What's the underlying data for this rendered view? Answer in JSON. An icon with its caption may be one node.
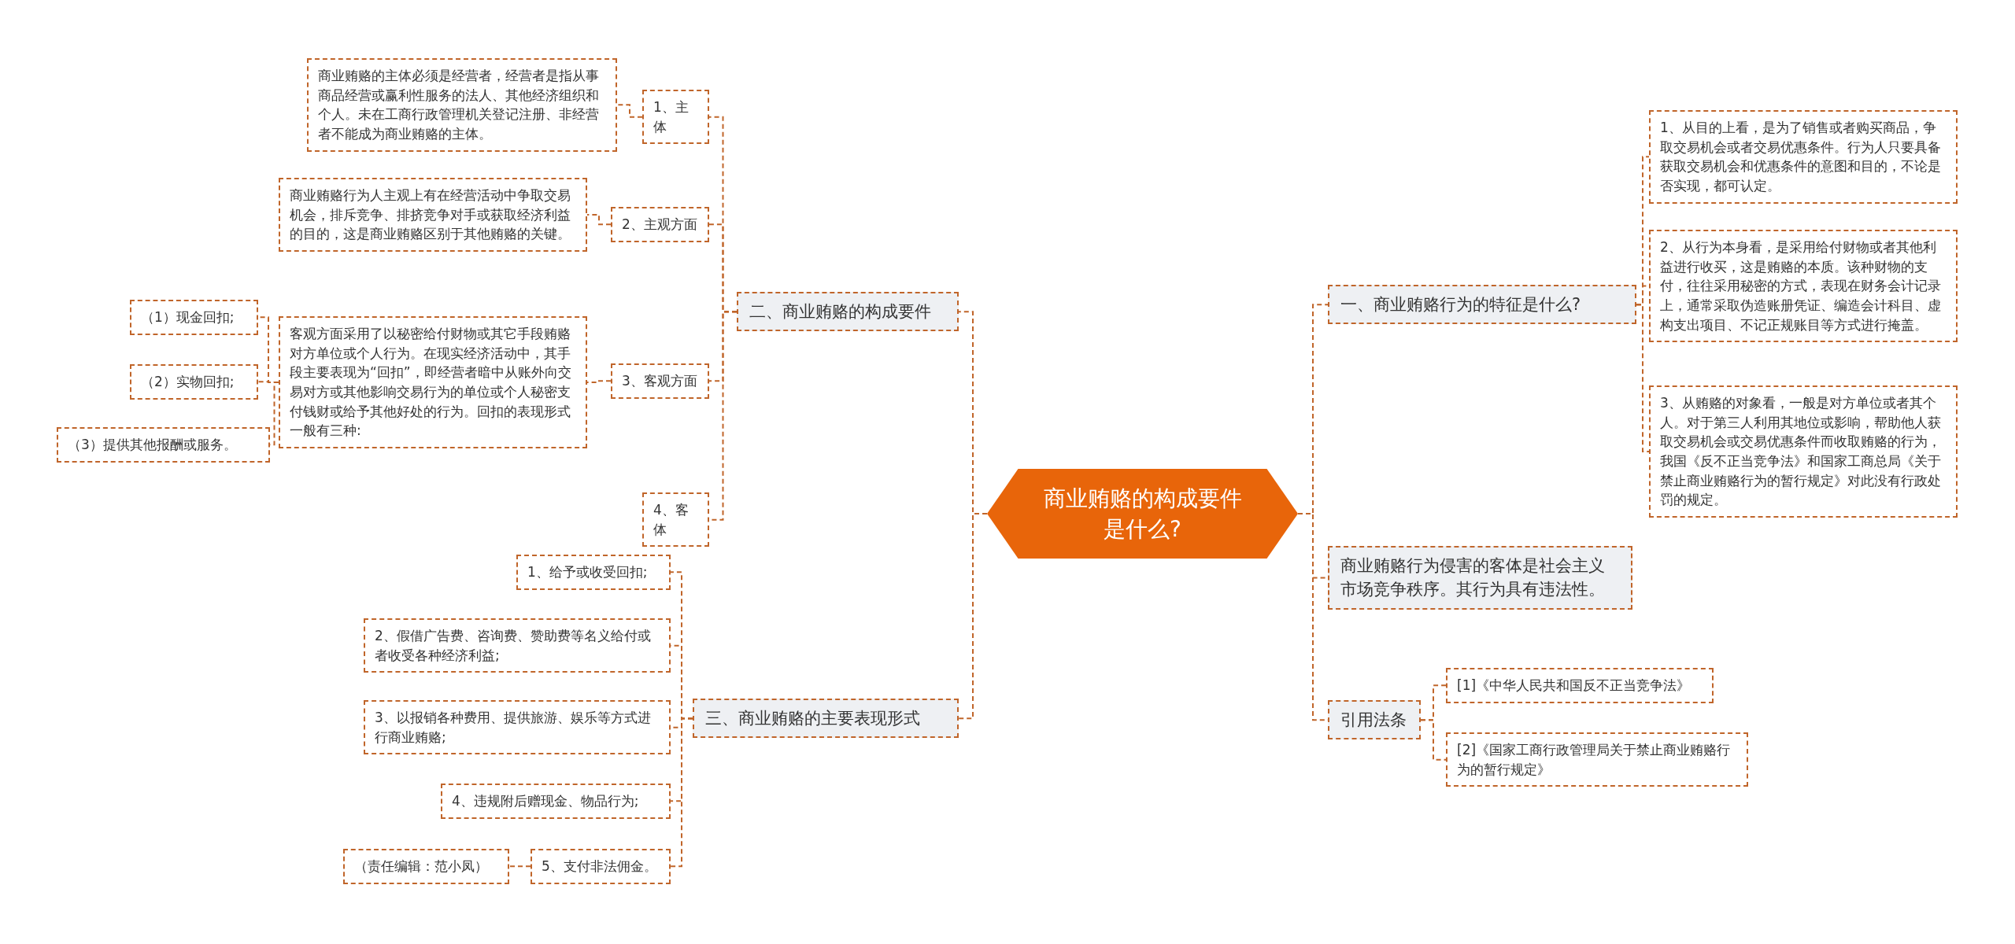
{
  "diagram": {
    "nodes": [
      {
        "text": [
          "商业贿赂的构成要件是什么?"
        ]
      },
      {
        "text": [
          "二、商业贿赂的构成要件"
        ]
      },
      {
        "text": [
          "1、主体"
        ]
      },
      {
        "text": [
          "商业贿赂的主体必须是经营者，经营者是指从事商品经营或赢利性服务的法人、其他经济组织和个人。未在工商行政管理机关登记注册、非经营者不能成为商业贿赂的主体。"
        ]
      },
      {
        "text": [
          "2、主观方面"
        ]
      },
      {
        "text": [
          "商业贿赂行为人主观上有在经营活动中争取交易机会，排斥竞争、排挤竞争对手或获取经济利益的目的，这是商业贿赂区别于其他贿赂的关键。"
        ]
      },
      {
        "text": [
          "3、客观方面"
        ]
      },
      {
        "text": [
          "客观方面采用了以秘密给付财物或其它手段贿赂对方单位或个人行为。在现实经济活动中，其手段主要表现为“回扣”，即经营者暗中从账外向交易对方或其他影响交易行为的单位或个人秘密支付钱财或给予其他好处的行为。回扣的表现形式一般有三种:"
        ]
      },
      {
        "text": [
          "（1）现金回扣;"
        ]
      },
      {
        "text": [
          "（2）实物回扣;"
        ]
      },
      {
        "text": [
          "（3）提供其他报酬或服务。"
        ]
      },
      {
        "text": [
          "4、客体"
        ]
      },
      {
        "text": [
          "三、商业贿赂的主要表现形式"
        ]
      },
      {
        "text": [
          "1、给予或收受回扣;"
        ]
      },
      {
        "text": [
          "2、假借广告费、咨询费、赞助费等名义给付或者收受各种经济利益;"
        ]
      },
      {
        "text": [
          "3、以报销各种费用、提供旅游、娱乐等方式进行商业贿赂;"
        ]
      },
      {
        "text": [
          "4、违规附后赠现金、物品行为;"
        ]
      },
      {
        "text": [
          "5、支付非法佣金。"
        ]
      },
      {
        "text": [
          "（责任编辑：范小凤）"
        ]
      },
      {
        "text": [
          "一、商业贿赂行为的特征是什么?"
        ]
      },
      {
        "text": [
          "1、从目的上看，是为了销售或者购买商品，争取交易机会或者交易优惠条件。行为人只要具备获取交易机会和优惠条件的意图和目的，不论是否实现，都可认定。"
        ]
      },
      {
        "text": [
          "2、从行为本身看，是采用给付财物或者其他利益进行收买，这是贿赂的本质。该种财物的支付，往往采用秘密的方式，表现在财务会计记录上，通常采取伪造账册凭证、编造会计科目、虚构支出项目、不记正规账目等方式进行掩盖。"
        ]
      },
      {
        "text": [
          "3、从贿赂的对象看，一般是对方单位或者其个人。对于第三人利用其地位或影响，帮助他人获取交易机会或交易优惠条件而收取贿赂的行为，我国《反不正当竞争法》和国家工商总局《关于禁止商业贿赂行为的暂行规定》对此没有行政处罚的规定。"
        ]
      },
      {
        "text": [
          "商业贿赂行为侵害的客体是社会主义市场竞争秩序。其行为具有违法性。"
        ]
      },
      {
        "text": [
          "引用法条"
        ]
      },
      {
        "text": [
          "[1]《中华人民共和国反不正当竞争法》"
        ]
      },
      {
        "text": [
          "[2]《国家工商行政管理局关于禁止商业贿赂行为的暂行规定》"
        ]
      }
    ],
    "edges": [
      {
        "from": 0,
        "to": 1,
        "arrow": "none"
      },
      {
        "from": 1,
        "to": 2,
        "arrow": "none"
      },
      {
        "from": 2,
        "to": 3,
        "arrow": "none"
      },
      {
        "from": 1,
        "to": 4,
        "arrow": "none"
      },
      {
        "from": 4,
        "to": 5,
        "arrow": "none"
      },
      {
        "from": 1,
        "to": 6,
        "arrow": "none"
      },
      {
        "from": 6,
        "to": 7,
        "arrow": "none"
      },
      {
        "from": 7,
        "to": 8,
        "arrow": "none"
      },
      {
        "from": 7,
        "to": 9,
        "arrow": "none"
      },
      {
        "from": 7,
        "to": 10,
        "arrow": "none"
      },
      {
        "from": 1,
        "to": 11,
        "arrow": "none"
      },
      {
        "from": 0,
        "to": 12,
        "arrow": "none"
      },
      {
        "from": 12,
        "to": 13,
        "arrow": "none"
      },
      {
        "from": 12,
        "to": 14,
        "arrow": "none"
      },
      {
        "from": 12,
        "to": 15,
        "arrow": "none"
      },
      {
        "from": 12,
        "to": 16,
        "arrow": "none"
      },
      {
        "from": 12,
        "to": 17,
        "arrow": "none"
      },
      {
        "from": 17,
        "to": 18,
        "arrow": "none"
      },
      {
        "from": 0,
        "to": 19,
        "arrow": "none"
      },
      {
        "from": 19,
        "to": 20,
        "arrow": "none"
      },
      {
        "from": 19,
        "to": 21,
        "arrow": "none"
      },
      {
        "from": 19,
        "to": 22,
        "arrow": "none"
      },
      {
        "from": 0,
        "to": 23,
        "arrow": "none"
      },
      {
        "from": 0,
        "to": 24,
        "arrow": "none"
      },
      {
        "from": 24,
        "to": 25,
        "arrow": "none"
      },
      {
        "from": 24,
        "to": 26,
        "arrow": "none"
      }
    ]
  }
}
